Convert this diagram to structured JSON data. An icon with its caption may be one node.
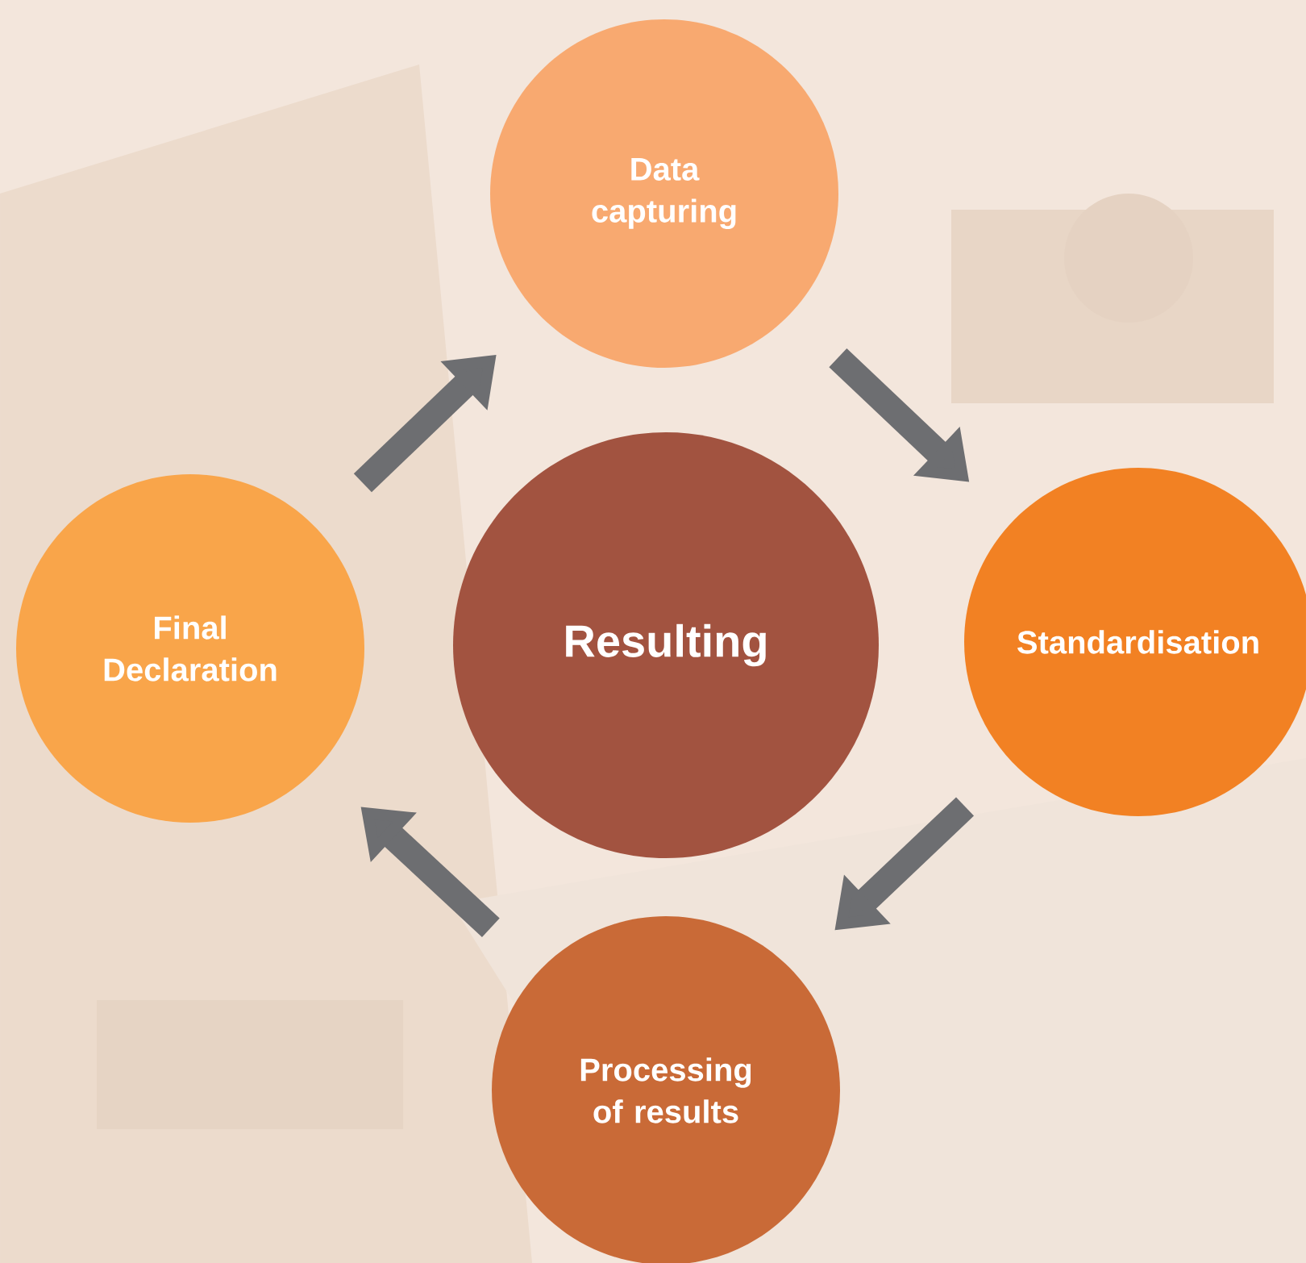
{
  "diagram": {
    "nodes": [
      {
        "text": [
          "Data capturing"
        ]
      },
      {
        "text": [
          "Standardisation"
        ]
      },
      {
        "text": [
          "Processing of results"
        ]
      },
      {
        "text": [
          "Final Declaration"
        ]
      },
      {
        "text": [
          "Resulting"
        ]
      }
    ],
    "edges": [
      {
        "from": 0,
        "to": 1,
        "arrow": "to"
      },
      {
        "from": 1,
        "to": 2,
        "arrow": "to"
      },
      {
        "from": 2,
        "to": 3,
        "arrow": "to"
      },
      {
        "from": 3,
        "to": 0,
        "arrow": "to"
      }
    ]
  }
}
